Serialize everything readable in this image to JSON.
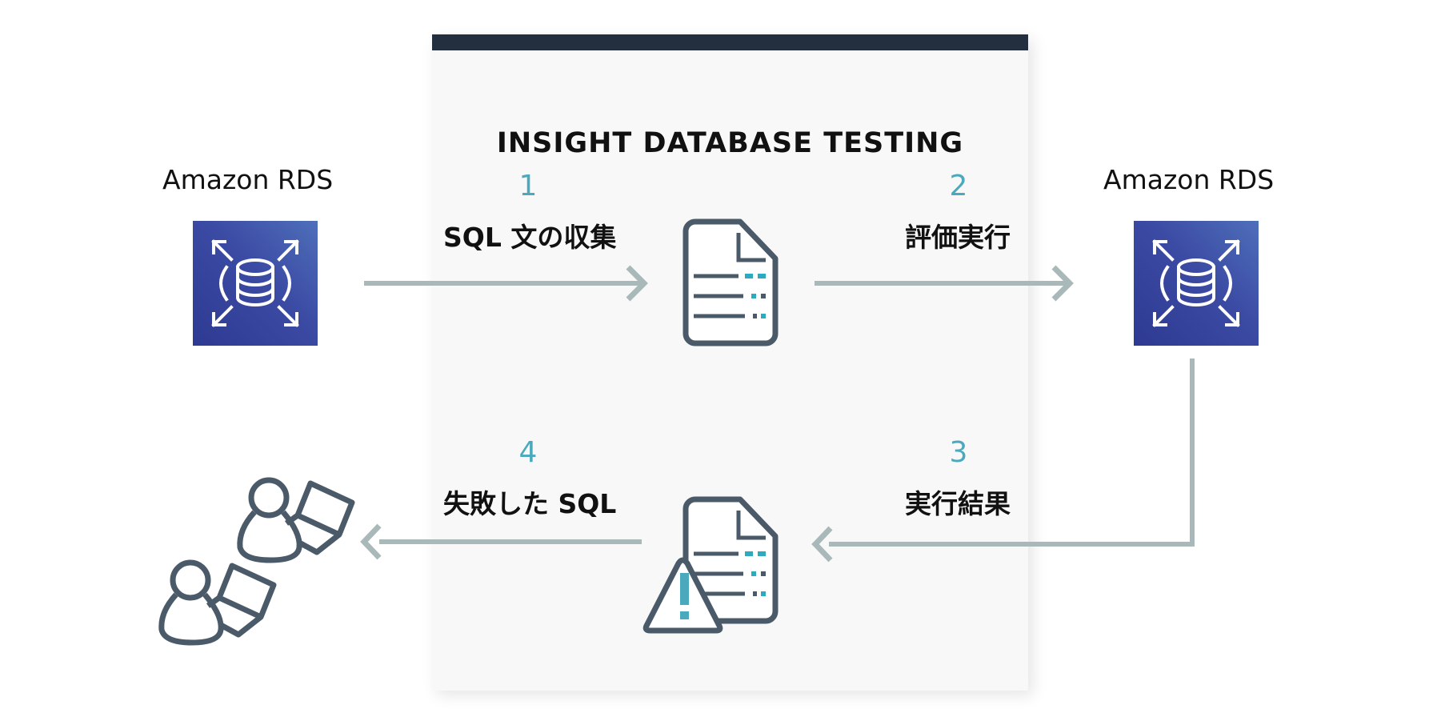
{
  "title": "INSIGHT DATABASE TESTING",
  "source_db": {
    "label": "Amazon RDS",
    "icon": "amazon-rds-icon"
  },
  "target_db": {
    "label": "Amazon RDS",
    "icon": "amazon-rds-icon"
  },
  "steps": [
    {
      "number": "1",
      "label": "SQL 文の収集"
    },
    {
      "number": "2",
      "label": "評価実行"
    },
    {
      "number": "3",
      "label": "実行結果"
    },
    {
      "number": "4",
      "label": "失敗した SQL"
    }
  ],
  "icons": {
    "document": "document-icon",
    "warning_document": "document-warning-icon",
    "users": "users-with-laptops-icon"
  },
  "colors": {
    "card_bar": "#232f3e",
    "card_bg": "#f8f8f8",
    "step_number": "#4aa9bd",
    "arrow": "#a9b8b8",
    "icon_stroke": "#4b5a68",
    "icon_accent": "#2aabc0",
    "rds_blue": "#3b4aa3"
  }
}
